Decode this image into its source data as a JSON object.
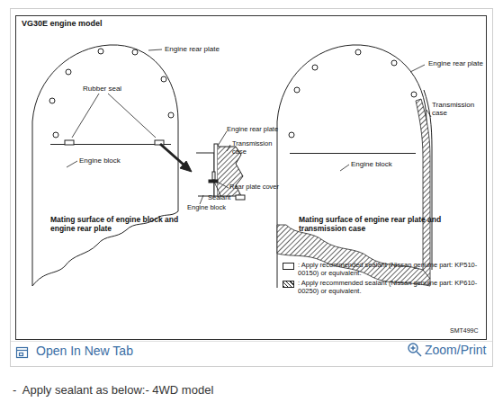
{
  "diagram": {
    "title": "VG30E engine model",
    "labels": [
      "Engine rear plate",
      "Rubber seal",
      "Engine block",
      "Engine rear plate",
      "Transmission case",
      "Rear plate cover",
      "Sealant",
      "Engine block",
      "Mating surface of engine block and engine rear plate",
      "Engine rear plate",
      "Transmission case",
      "Engine block",
      "Mating surface of engine rear plate and transmission case",
      "SMT499C",
      "Open In New Tab",
      "Zoom/Print",
      "-  Apply sealant as below:- 4WD model"
    ],
    "legend": [
      {
        "text": ": Apply recommended sealant (Nissan genuine part: KP510-00150) or equivalent.",
        "color": "#ffffff"
      },
      {
        "text": ": Apply recommended sealant (Nissan genuine part: KP610-00250) or equivalent."
      }
    ]
  }
}
